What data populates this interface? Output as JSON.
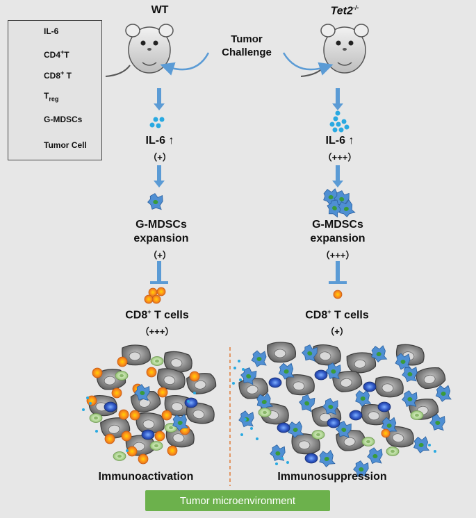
{
  "header": {
    "left_title": "WT",
    "right_title": "Tet2",
    "right_title_sup": "-/-",
    "challenge_line1": "Tumor",
    "challenge_line2": "Challenge"
  },
  "legend": {
    "il6": "IL-6",
    "cd4": "CD4",
    "cd4_sup": "+",
    "cd4_suffix": "T",
    "cd8": "CD8",
    "cd8_sup": "+",
    "cd8_suffix": " T",
    "treg": "T",
    "treg_sub": "reg",
    "gmdsc": "G-MDSCs",
    "tumor": "Tumor Cell"
  },
  "left": {
    "il6": "IL-6 ↑",
    "il6_level": "（+）",
    "gmdsc_line1": "G-MDSCs",
    "gmdsc_line2": "expansion",
    "gmdsc_level": "（+）",
    "cd8_prefix": "CD8",
    "cd8_sup": "+",
    "cd8_suffix": " T cells",
    "cd8_level": "（+++）",
    "outcome": "Immunoactivation"
  },
  "right": {
    "il6": "IL-6 ↑",
    "il6_level": "（+++）",
    "gmdsc_line1": "G-MDSCs",
    "gmdsc_line2": "expansion",
    "gmdsc_level": "（+++）",
    "cd8_prefix": "CD8",
    "cd8_sup": "+",
    "cd8_suffix": " T cells",
    "cd8_level": "（+）",
    "outcome": "Immunosuppression"
  },
  "footer": {
    "banner": "Tumor microenvironment"
  },
  "colors": {
    "background": "#e7e7e7",
    "arrow": "#5b9bd5",
    "il6": "#29a9e1",
    "cd4": "#a8d08d",
    "cd8": "#f07f1c",
    "treg": "#2f57c5",
    "gmdsc": "#4f8fd3",
    "tumor": "#7f7f7f",
    "banner": "#6cb14c",
    "divider": "#e07b39"
  }
}
